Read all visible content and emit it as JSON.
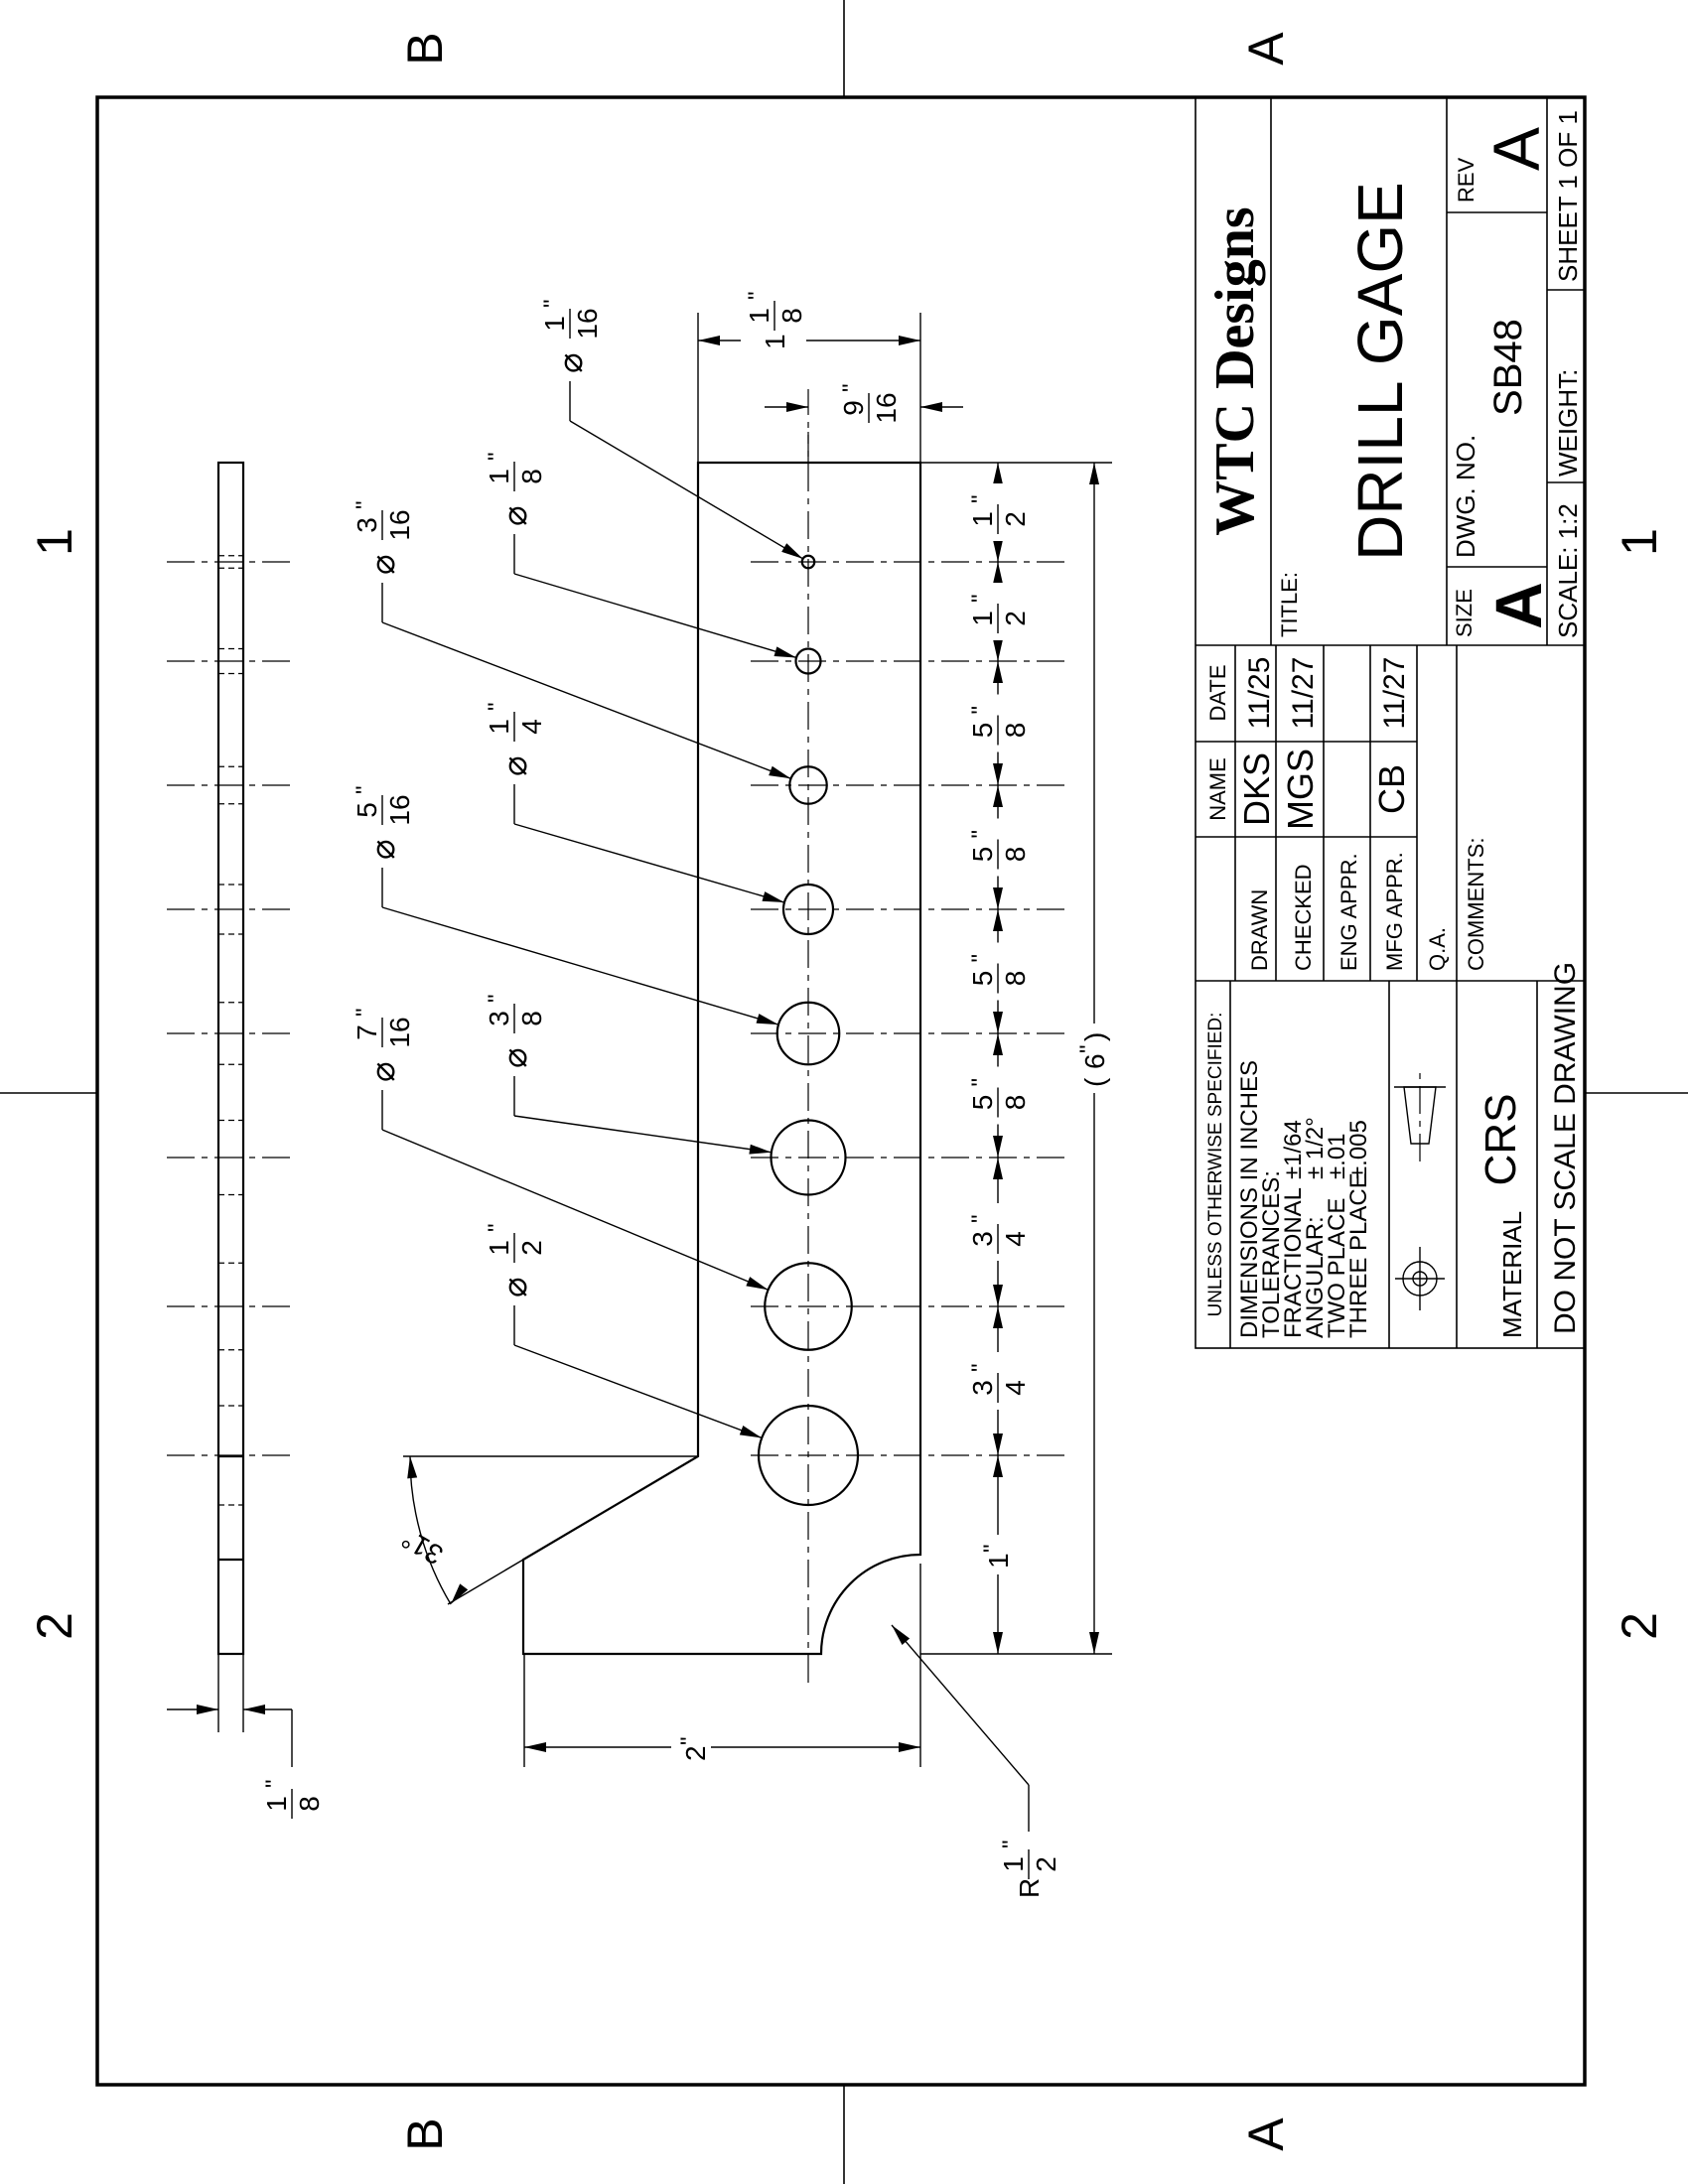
{
  "zones": {
    "letters": [
      "B",
      "A"
    ],
    "numbers": [
      "1",
      "2"
    ]
  },
  "drawing": {
    "hole_callouts": [
      {
        "prefix": "⌀",
        "num": "1",
        "den": "2",
        "unit": "\""
      },
      {
        "prefix": "⌀",
        "num": "7",
        "den": "16",
        "unit": "\""
      },
      {
        "prefix": "⌀",
        "num": "3",
        "den": "8",
        "unit": "\""
      },
      {
        "prefix": "⌀",
        "num": "5",
        "den": "16",
        "unit": "\""
      },
      {
        "prefix": "⌀",
        "num": "1",
        "den": "4",
        "unit": "\""
      },
      {
        "prefix": "⌀",
        "num": "3",
        "den": "16",
        "unit": "\""
      },
      {
        "prefix": "⌀",
        "num": "1",
        "den": "8",
        "unit": "\""
      },
      {
        "prefix": "⌀",
        "num": "1",
        "den": "16",
        "unit": "\""
      }
    ],
    "hole_spacing": [
      {
        "whole": "1",
        "unit": "\""
      },
      {
        "num": "3",
        "den": "4",
        "unit": "\""
      },
      {
        "num": "3",
        "den": "4",
        "unit": "\""
      },
      {
        "num": "5",
        "den": "8",
        "unit": "\""
      },
      {
        "num": "5",
        "den": "8",
        "unit": "\""
      },
      {
        "num": "5",
        "den": "8",
        "unit": "\""
      },
      {
        "num": "5",
        "den": "8",
        "unit": "\""
      },
      {
        "num": "1",
        "den": "2",
        "unit": "\""
      },
      {
        "num": "1",
        "den": "2",
        "unit": "\""
      }
    ],
    "overall_length": {
      "prefix": "(",
      "whole": "6",
      "unit": "\"",
      "suffix": ")"
    },
    "bar_width": {
      "whole": "1",
      "num": "1",
      "den": "8",
      "unit": "\""
    },
    "hole_offset": {
      "num": "9",
      "den": "16",
      "unit": "\""
    },
    "base_width": {
      "whole": "2",
      "unit": "\""
    },
    "corner_radius": {
      "prefix": "R",
      "num": "1",
      "den": "2",
      "unit": "\""
    },
    "thickness": {
      "num": "1",
      "den": "8",
      "unit": "\""
    },
    "chamfer_angle": "31°"
  },
  "title_block": {
    "company": "WTC Designs",
    "title_label": "TITLE:",
    "title": "DRILL GAGE",
    "size_label": "SIZE",
    "size": "A",
    "dwg_no_label": "DWG.  NO.",
    "dwg_no": "SB48",
    "rev_label": "REV",
    "rev": "A",
    "scale": "SCALE: 1:2",
    "weight": "WEIGHT:",
    "sheet": "SHEET 1 OF 1",
    "tolerances": {
      "header": "UNLESS OTHERWISE SPECIFIED:",
      "units": "DIMENSIONS IN INCHES",
      "label": "TOLERANCES:",
      "rows": [
        {
          "name": "FRACTIONAL",
          "value": "±1/64"
        },
        {
          "name": "ANGULAR:",
          "value": "± 1/2°"
        },
        {
          "name": "TWO PLACE",
          "value": "±.01"
        },
        {
          "name": "THREE PLACE",
          "value": "±.005"
        }
      ]
    },
    "material_label": "MATERIAL",
    "material": "CRS",
    "note": "DO NOT SCALE DRAWING",
    "approvals": {
      "name_header": "NAME",
      "date_header": "DATE",
      "rows": [
        {
          "role": "DRAWN",
          "name": "DKS",
          "date": "11/25"
        },
        {
          "role": "CHECKED",
          "name": "MGS",
          "date": "11/27"
        },
        {
          "role": "ENG APPR.",
          "name": "",
          "date": ""
        },
        {
          "role": "MFG APPR.",
          "name": "CB",
          "date": "11/27"
        },
        {
          "role": "Q.A.",
          "name": "",
          "date": ""
        }
      ]
    },
    "comments_label": "COMMENTS:"
  }
}
